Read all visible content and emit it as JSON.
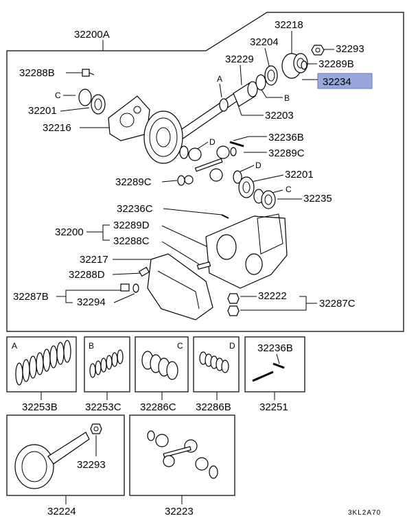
{
  "assembly": {
    "main_label": "32200A",
    "case_label": "32200",
    "highlight_color": "#9aa7dd",
    "highlight_label": "32234"
  },
  "callouts": {
    "c32218": "32218",
    "c32204": "32204",
    "c32293": "32293",
    "c32289B": "32289B",
    "c32229": "32229",
    "c32288B": "32288B",
    "c32201_top": "32201",
    "c32216": "32216",
    "c32203": "32203",
    "c32236B": "32236B",
    "c32289C_right": "32289C",
    "c32289C_left": "32289C",
    "c32201_right": "32201",
    "c32235": "32235",
    "c32236C": "32236C",
    "c32289D": "32289D",
    "c32288C": "32288C",
    "c32217": "32217",
    "c32288D": "32288D",
    "c32287B": "32287B",
    "c32294": "32294",
    "c32222": "32222",
    "c32287C": "32287C"
  },
  "letters": {
    "A_top": "A",
    "B_top": "B",
    "C_left": "C",
    "D_upper": "D",
    "D_right": "D",
    "C_right": "C"
  },
  "kits": [
    {
      "letter": "A",
      "label": "32253B"
    },
    {
      "letter": "B",
      "label": "32253C"
    },
    {
      "letter": "C",
      "label": "32286C"
    },
    {
      "letter": "D",
      "label": "32286B"
    },
    {
      "letter": "",
      "label": "32251",
      "inner_label": "32236B"
    }
  ],
  "sets": [
    {
      "label": "32224",
      "inner_label": "32293"
    },
    {
      "label": "32223"
    }
  ],
  "drawing_code": "3KL2A70"
}
